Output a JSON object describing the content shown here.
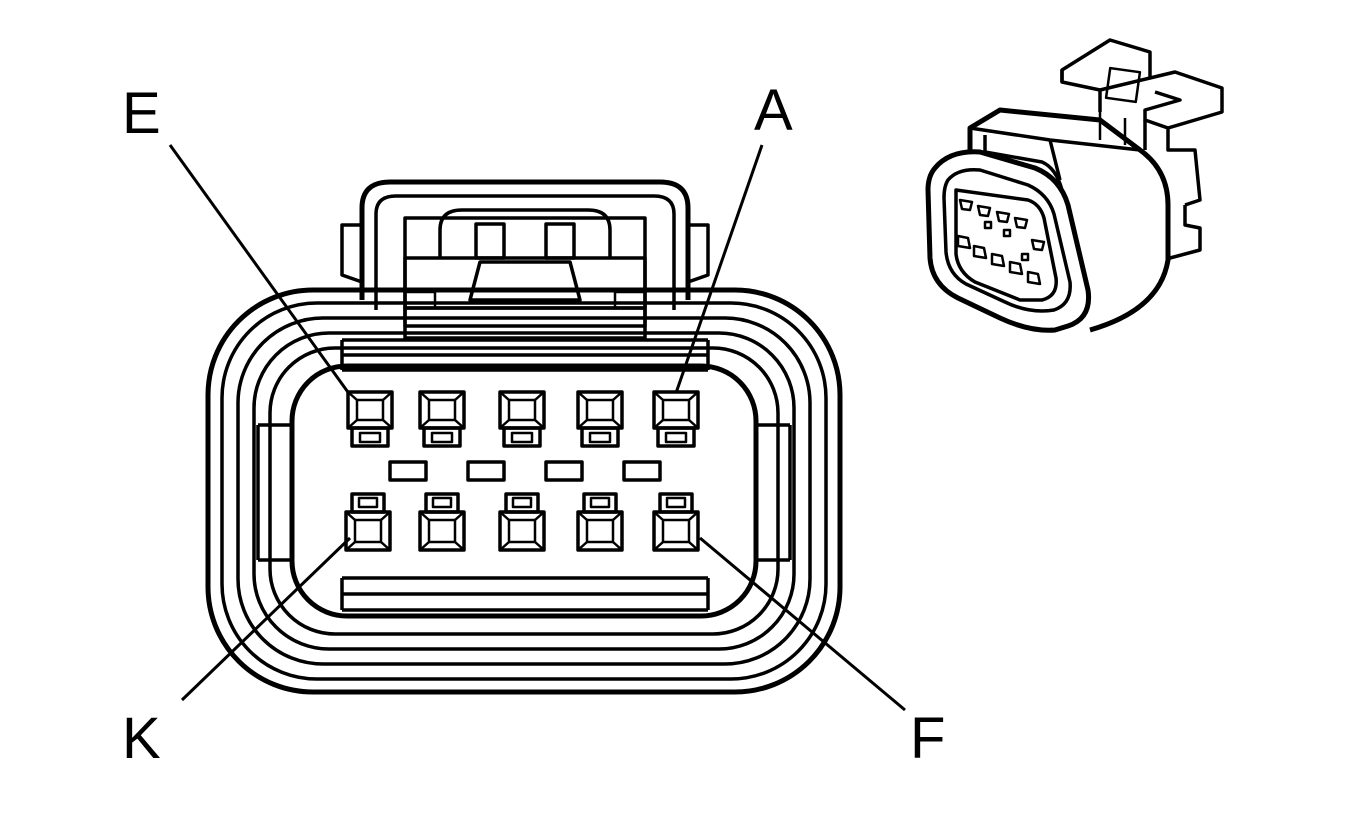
{
  "diagram": {
    "labels": {
      "pin_e": "E",
      "pin_a": "A",
      "pin_k": "K",
      "pin_f": "F"
    },
    "line_color": "#000000",
    "background": "#ffffff"
  }
}
